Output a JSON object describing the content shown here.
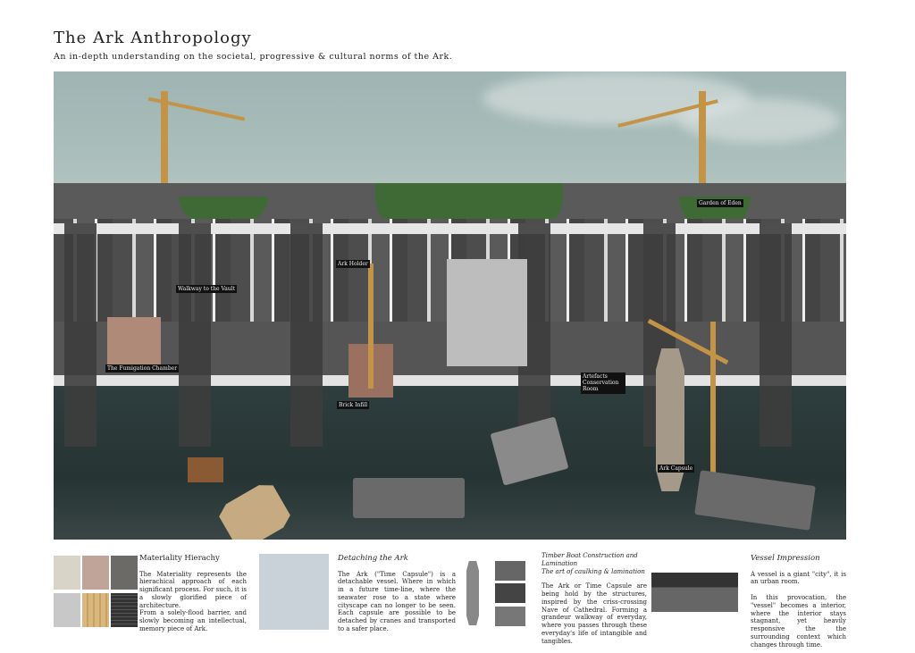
{
  "header": {
    "title": "The Ark Anthropology",
    "subtitle": "An in-depth understanding on the societal, progressive & cultural norms of the Ark."
  },
  "hero": {
    "labels": {
      "garden": "Garden of Eden",
      "walkway": "Walkway to the Vault",
      "ark_holder": "Ark Holder",
      "fumigation": "The Fumigation Chamber",
      "brick": "Brick Infill",
      "artefacts": "Artefacts Conservation Room",
      "capsule": "Ark Capsule"
    }
  },
  "sections": [
    {
      "title": "Materiality Hierachy",
      "paragraphs": [
        "The Materiality represents the hierachical approach of each significant process. For such, it is a slowly glorified piece of architecture.",
        "From a solely-flood barrier, and slowly becoming an intellectual, memory piece of Ark."
      ]
    },
    {
      "title": "Detaching the Ark",
      "paragraphs": [
        "The Ark (\"Time Capsule\") is a detachable vessel. Where in which in a future time-line, where the seawater rose to a state where cityscape can no longer to be seen. Each capsule are possible to be detached by cranes and transported to a safer place."
      ]
    },
    {
      "title": "Timber Boat Construction and Lamination",
      "subtitle": "The art of caulking & lamination",
      "paragraphs": [
        "The Ark or Time Capsule are being hold by the structures, inspired by the criss-crossing Nave of Cathedral. Forming a grandeur walkway of everyday, where you passes through these everyday's life of intangible and tangibles."
      ]
    },
    {
      "title": "Vessel Impression",
      "paragraphs": [
        "A vessel is a giant \"city\", it is an urban room.",
        "In this provocation, the \"vessel\" becomes a interior, where the interior stays stagnant, yet heavily responsive the the surrounding context which changes through time."
      ]
    }
  ]
}
